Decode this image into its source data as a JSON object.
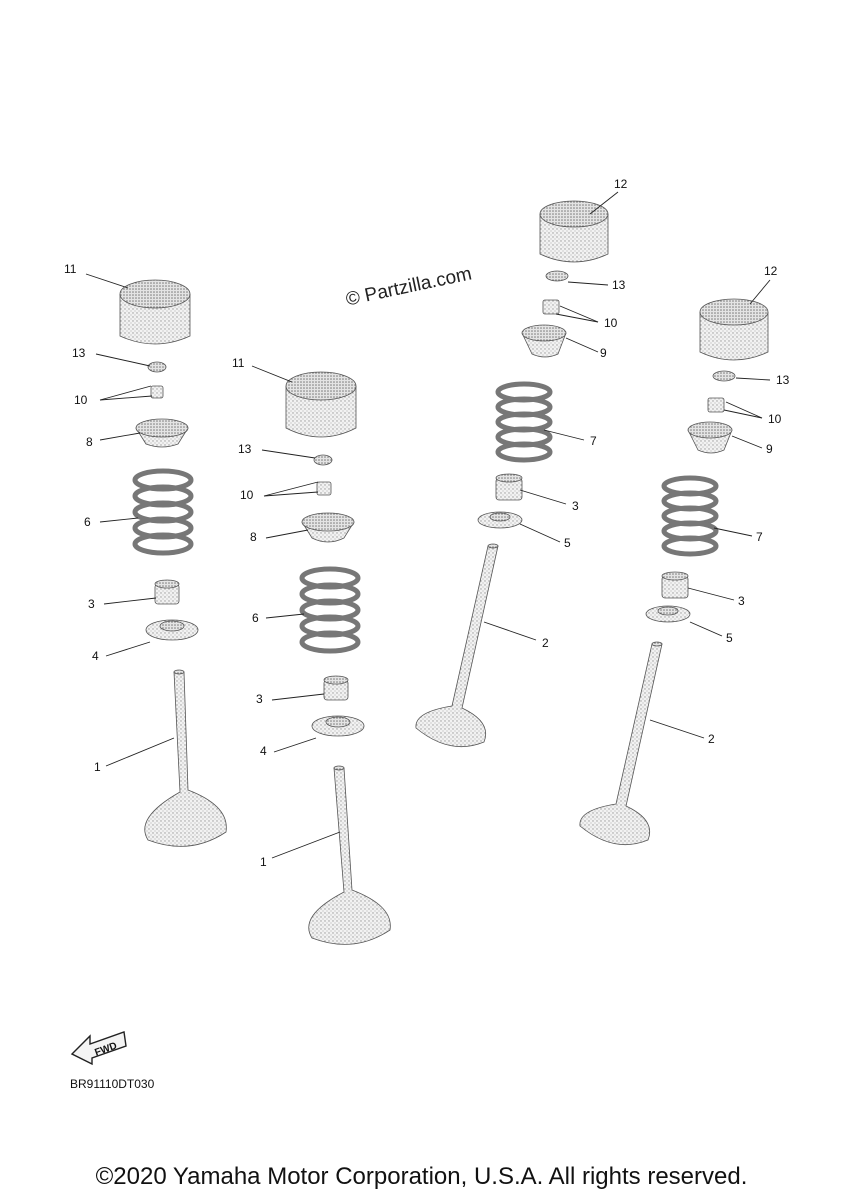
{
  "watermark": "© Partzilla.com",
  "diagram_code": "BR91110DT030",
  "fwd_label": "FWD",
  "copyright": "©2020 Yamaha Motor Corporation, U.S.A. All rights reserved.",
  "callouts": {
    "a11": "11",
    "a13": "13",
    "a10": "10",
    "a8": "8",
    "a6": "6",
    "a3": "3",
    "a4": "4",
    "a1": "1",
    "b11": "11",
    "b13": "13",
    "b10": "10",
    "b8": "8",
    "b6": "6",
    "b3": "3",
    "b4": "4",
    "b1": "1",
    "c12": "12",
    "c13": "13",
    "c10": "10",
    "c9": "9",
    "c7": "7",
    "c3": "3",
    "c5": "5",
    "c2": "2",
    "d12": "12",
    "d13": "13",
    "d10": "10",
    "d9": "9",
    "d7": "7",
    "d3": "3",
    "d5": "5",
    "d2": "2"
  }
}
